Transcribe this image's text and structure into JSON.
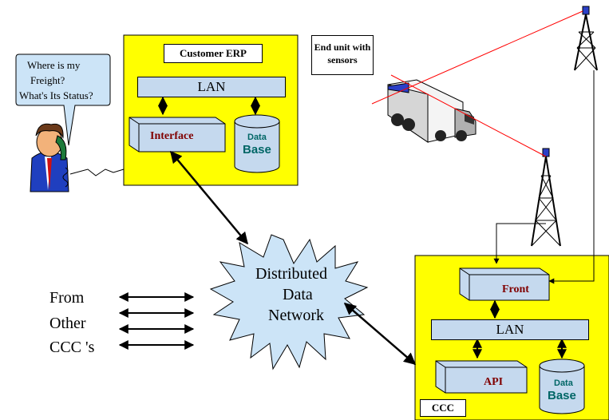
{
  "bubble": {
    "line1": "Where is my",
    "line2": "Freight?",
    "line3": "What's Its Status?"
  },
  "erp": {
    "title": "Customer ERP",
    "lan": "LAN",
    "interface": "Interface",
    "db_small": "Data",
    "db_big": "Base"
  },
  "end_unit": {
    "line1": "End unit with",
    "line2": "sensors"
  },
  "network": {
    "line1": "Distributed",
    "line2": "Data",
    "line3": "Network"
  },
  "from_other": {
    "line1": "From",
    "line2": "Other",
    "line3": "CCC 's"
  },
  "ccc": {
    "title": "CCC",
    "front": "Front",
    "lan": "LAN",
    "api": "API",
    "db_small": "Data",
    "db_big": "Base"
  },
  "colors": {
    "box_yellow": "#ffff00",
    "lan_blue": "#c5d9ee",
    "cloud_blue": "#cce4f7",
    "label_red": "#800000",
    "db_teal": "#006666",
    "signal_red": "#ff0000"
  }
}
